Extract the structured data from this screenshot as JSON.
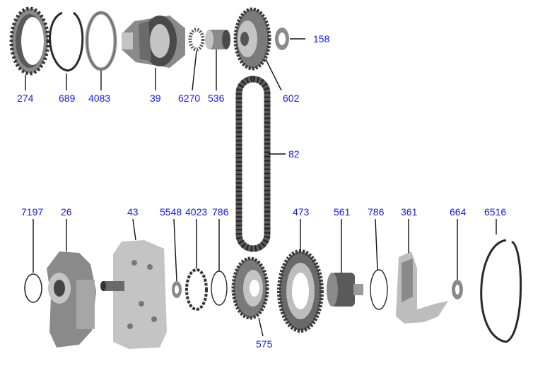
{
  "parts": [
    {
      "id": "274",
      "label": "274"
    },
    {
      "id": "689",
      "label": "689"
    },
    {
      "id": "4083",
      "label": "4083"
    },
    {
      "id": "39",
      "label": "39"
    },
    {
      "id": "6270",
      "label": "6270"
    },
    {
      "id": "536",
      "label": "536"
    },
    {
      "id": "602",
      "label": "602"
    },
    {
      "id": "158",
      "label": "158"
    },
    {
      "id": "82",
      "label": "82"
    },
    {
      "id": "7197",
      "label": "7197"
    },
    {
      "id": "26",
      "label": "26"
    },
    {
      "id": "43",
      "label": "43"
    },
    {
      "id": "5548",
      "label": "5548"
    },
    {
      "id": "4023",
      "label": "4023"
    },
    {
      "id": "786a",
      "label": "786"
    },
    {
      "id": "473",
      "label": "473"
    },
    {
      "id": "561",
      "label": "561"
    },
    {
      "id": "786b",
      "label": "786"
    },
    {
      "id": "361",
      "label": "361"
    },
    {
      "id": "664",
      "label": "664"
    },
    {
      "id": "6516",
      "label": "6516"
    },
    {
      "id": "575",
      "label": "575"
    }
  ],
  "colors": {
    "label": "#1a1ad6",
    "leader": "#111111"
  }
}
